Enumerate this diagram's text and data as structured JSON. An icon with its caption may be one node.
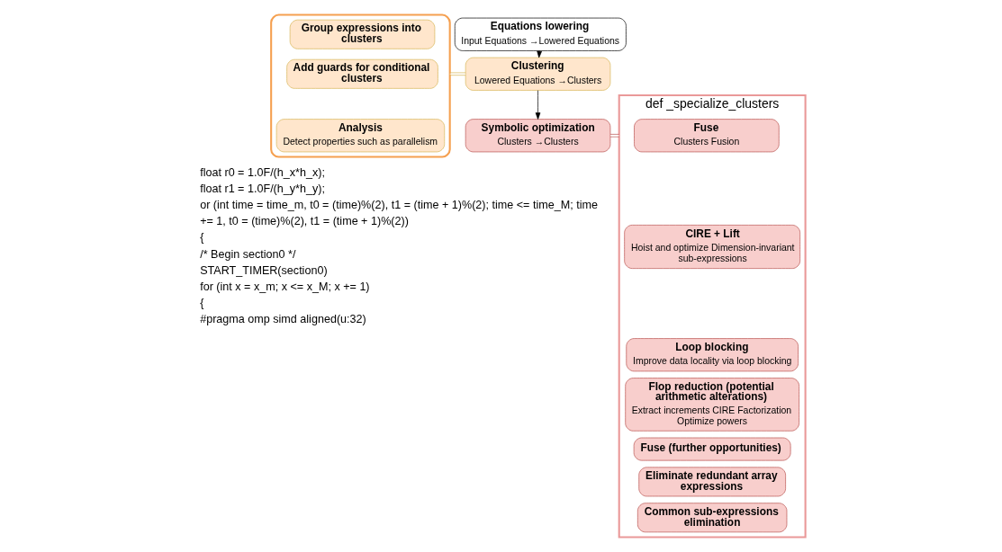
{
  "diagram": {
    "nodes": [
      {
        "text": [
          "Equations lowering",
          "Input Equations →Lowered Equations"
        ]
      },
      {
        "text": [],
        "shape": "box"
      },
      {
        "text": [
          "Group expressions into clusters"
        ],
        "in": 1
      },
      {
        "text": [
          "Add guards for conditional clusters"
        ],
        "in": 1
      },
      {
        "text": [
          "Analysis",
          "Detect properties such as parallelism"
        ],
        "in": 1
      },
      {
        "text": [
          "Clustering",
          "Lowered Equations →Clusters"
        ]
      },
      {
        "text": [
          "Symbolic optimization",
          "Clusters →Clusters"
        ]
      },
      {
        "text": [
          "def _specialize_clusters"
        ]
      },
      {
        "text": [
          "Fuse",
          "Clusters Fusion"
        ],
        "in": 7
      },
      {
        "text": [
          "CIRE + Lift",
          "Hoist and optimize Dimension-invariant sub-expressions"
        ],
        "in": 7
      },
      {
        "text": [
          "Loop blocking",
          "Improve data locality via loop blocking"
        ],
        "in": 7
      },
      {
        "text": [
          "Flop reduction (potential arithmetic alterations)",
          "Extract increments CIRE Factorization Optimize powers"
        ],
        "in": 7
      },
      {
        "text": [
          "Fuse (further opportunities)"
        ],
        "in": 7
      },
      {
        "text": [
          "Eliminate redundant array expressions"
        ],
        "in": 7
      },
      {
        "text": [
          "Common sub-expressions elimination"
        ],
        "in": 7
      }
    ],
    "edges": [
      {
        "from": 0,
        "to": 5,
        "arrow": "to"
      },
      {
        "from": 5,
        "to": 6,
        "arrow": "to"
      },
      {
        "from": 1,
        "to": 5,
        "arrow": "none",
        "color": "#d6b656"
      },
      {
        "from": 6,
        "to": 7,
        "arrow": "none",
        "color": "#b85450"
      }
    ],
    "labels": [
      "float r0 = 1.0F/(h_x*h_x);",
      "float r1 = 1.0F/(h_y*h_y);",
      "or (int time = time_m, t0 = (time)%(2), t1 = (time + 1)%(2); time <= time_M; time",
      "+= 1, t0 = (time)%(2), t1 = (time + 1)%(2))",
      "{",
      "/* Begin section0 */",
      "START_TIMER(section0)",
      "for (int x = x_m; x <= x_M; x += 1)",
      "{",
      "#pragma omp simd aligned(u:32)"
    ]
  }
}
